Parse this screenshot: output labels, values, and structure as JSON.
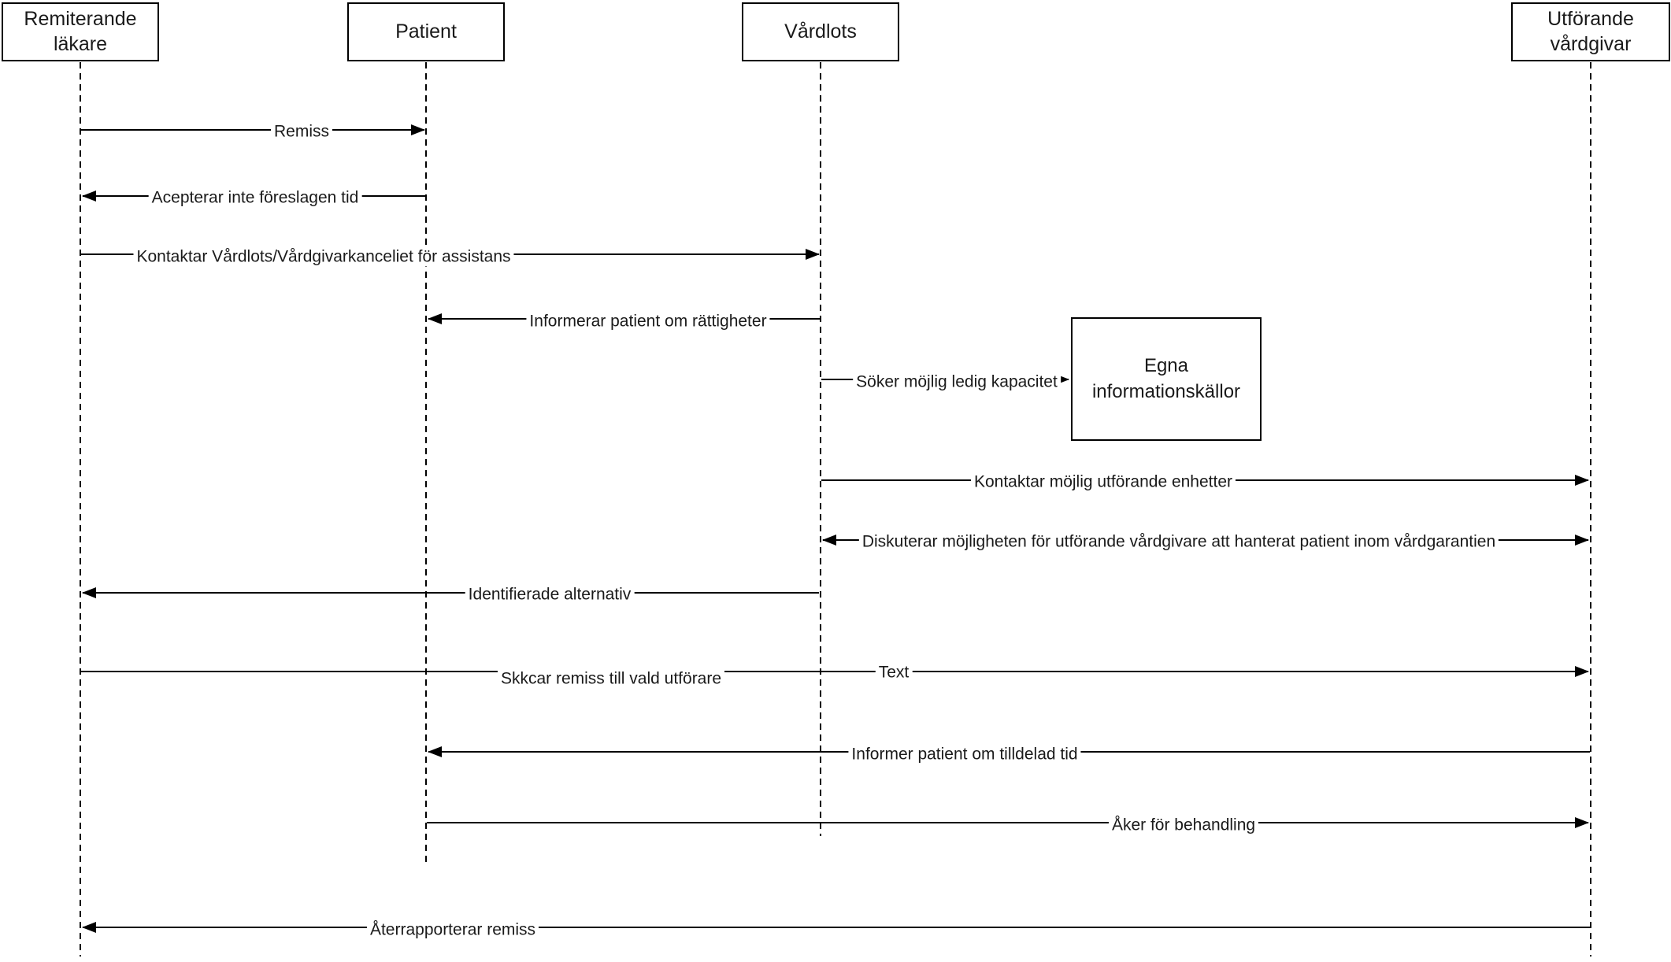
{
  "diagram": {
    "type": "sequence-diagram",
    "language": "Swedish",
    "colors": {
      "background": "#ffffff",
      "stroke": "#000000",
      "text": "#1a1a1a",
      "shape_fill": "#ffffff"
    },
    "actors": [
      {
        "label": "Remiterande\nläkare"
      },
      {
        "label": "Patient"
      },
      {
        "label": "Vårdlots"
      },
      {
        "label": "Utförande\nvårdgivar"
      }
    ],
    "objects": [
      {
        "label": "Egna\ninformationskällor"
      }
    ],
    "messages": [
      {
        "label": "Remiss",
        "from": "Remiterande läkare",
        "to": "Patient",
        "direction": "right"
      },
      {
        "label": "Acepterar inte föreslagen tid",
        "from": "Patient",
        "to": "Remiterande läkare",
        "direction": "left"
      },
      {
        "label": "Kontaktar Vårdlots/Vårdgivarkanceliet för assistans",
        "from": "Remiterande läkare",
        "to": "Vårdlots",
        "direction": "right"
      },
      {
        "label": "Informerar patient om rättigheter",
        "from": "Vårdlots",
        "to": "Patient",
        "direction": "left"
      },
      {
        "label": "Söker möjlig ledig kapacitet",
        "from": "Vårdlots",
        "to": "Egna informationskällor",
        "direction": "right"
      },
      {
        "label": "Kontaktar möjlig utförande enhetter",
        "from": "Vårdlots",
        "to": "Utförande vårdgivar",
        "direction": "right"
      },
      {
        "label": "Diskuterar möjligheten för utförande vårdgivare att hanterat patient inom vårdgarantien",
        "from": "Vårdlots",
        "to": "Utförande vårdgivar",
        "direction": "both"
      },
      {
        "label": "Identifierade alternativ",
        "from": "Vårdlots",
        "to": "Remiterande läkare",
        "direction": "left"
      },
      {
        "label": "Skkcar remiss till vald utförare",
        "secondary_label": "Text",
        "from": "Remiterande läkare",
        "to": "Utförande vårdgivar",
        "direction": "right"
      },
      {
        "label": "Informer patient om tilldelad tid",
        "from": "Utförande vårdgivar",
        "to": "Patient",
        "direction": "left"
      },
      {
        "label": "Åker för behandling",
        "from": "Patient",
        "to": "Utförande vårdgivar",
        "direction": "right"
      },
      {
        "label": "Återrapporterar remiss",
        "from": "Utförande vårdgivar",
        "to": "Remiterande läkare",
        "direction": "left"
      }
    ]
  }
}
